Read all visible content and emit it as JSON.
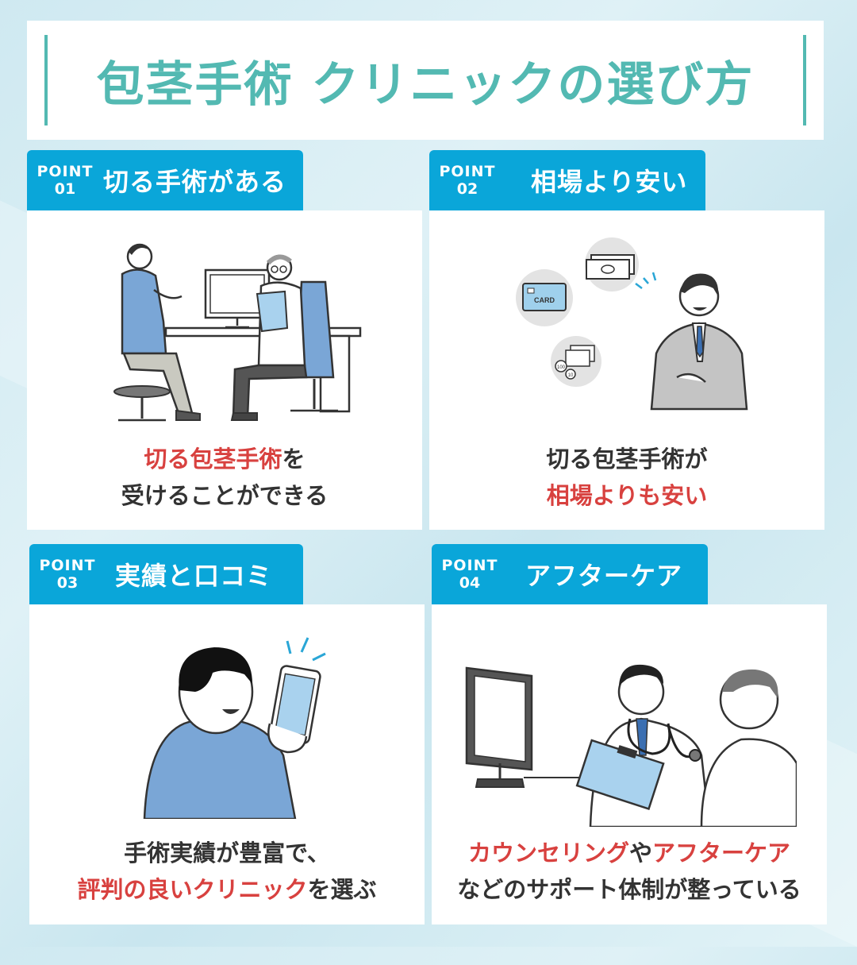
{
  "title": "包茎手術 クリニックの選び方",
  "colors": {
    "teal": "#53b9b2",
    "tab_blue": "#0aa6d9",
    "emphasis_red": "#d8413f",
    "text": "#333333"
  },
  "points": [
    {
      "point_label": "POINT",
      "number": "01",
      "title": "切る手術がある",
      "caption_line1_red": "切る包茎手術",
      "caption_line1_normal": "を",
      "caption_line2_normal": "受けることができる"
    },
    {
      "point_label": "POINT",
      "number": "02",
      "title": "相場より安い",
      "caption_line1_normal": "切る包茎手術が",
      "caption_line2_red": "相場よりも安い",
      "card_text": "CARD",
      "coin_100": "100",
      "coin_10": "10"
    },
    {
      "point_label": "POINT",
      "number": "03",
      "title": "実績と口コミ",
      "caption_line1_normal": "手術実績が豊富で、",
      "caption_line2_red": "評判の良いクリニック",
      "caption_line2_normal": "を選ぶ"
    },
    {
      "point_label": "POINT",
      "number": "04",
      "title": "アフターケア",
      "caption_line1_red_a": "カウンセリング",
      "caption_line1_normal": "や",
      "caption_line1_red_b": "アフターケア",
      "caption_line2_normal": "などのサポート体制が整っている"
    }
  ]
}
